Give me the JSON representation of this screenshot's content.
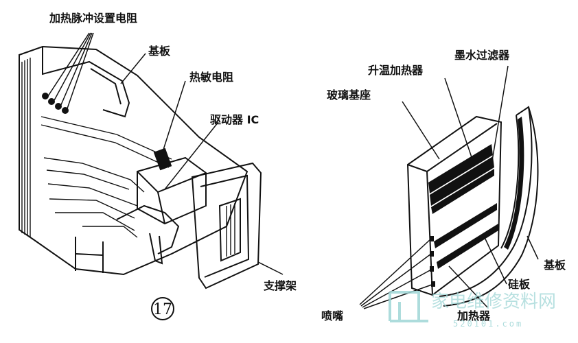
{
  "left_labels": {
    "pulse_resistor": "加热脉冲设置电阻",
    "substrate": "基板",
    "thermistor": "热敏电阻",
    "driver_ic": "驱动器 IC",
    "support_frame": "支撑架"
  },
  "figure_number": "17",
  "right_labels": {
    "ink_filter": "墨水过滤器",
    "warm_heater": "升温加热器",
    "glass_base": "玻璃基座",
    "substrate": "基板",
    "silicon_board": "硅板",
    "nozzle": "喷嘴",
    "heater": "加热器"
  },
  "watermark": {
    "text": "家电维修资料网",
    "number": "520101.com"
  }
}
